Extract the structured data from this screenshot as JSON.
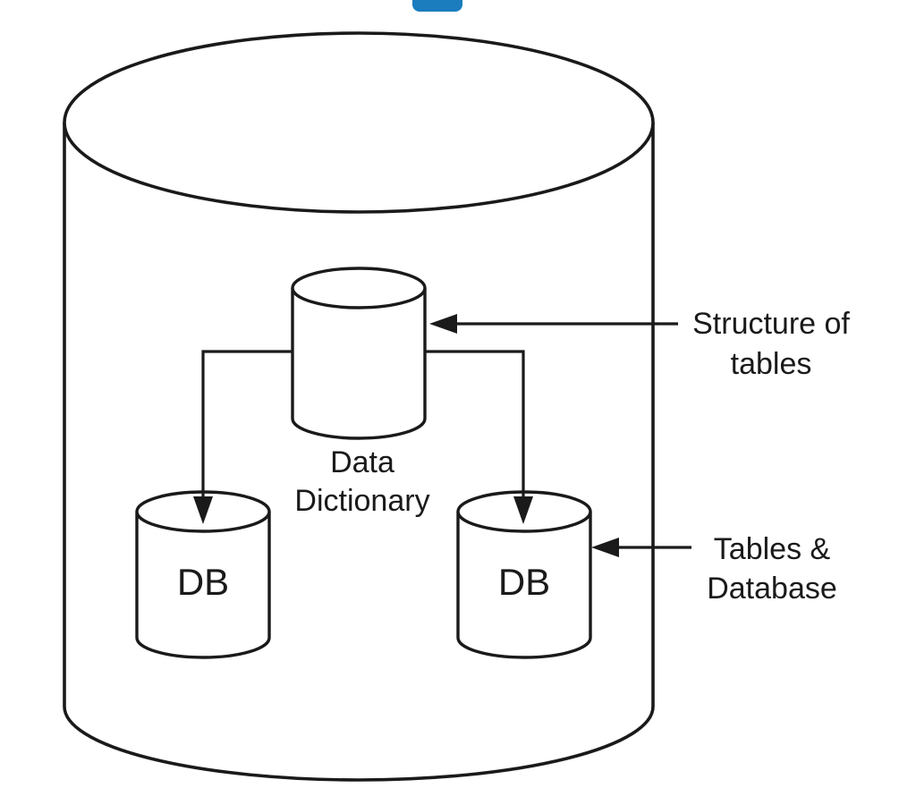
{
  "colors": {
    "background": "#ffffff",
    "line": "#1a1a1a",
    "text": "#1a1a1a",
    "accent_tab": "#1b7cbe"
  },
  "diagram": {
    "data_dictionary_label": "Data\nDictionary",
    "db_left_label": "DB",
    "db_right_label": "DB",
    "annotations": {
      "structure_of_tables": "Structure of\ntables",
      "tables_and_database": "Tables &\nDatabase"
    }
  }
}
